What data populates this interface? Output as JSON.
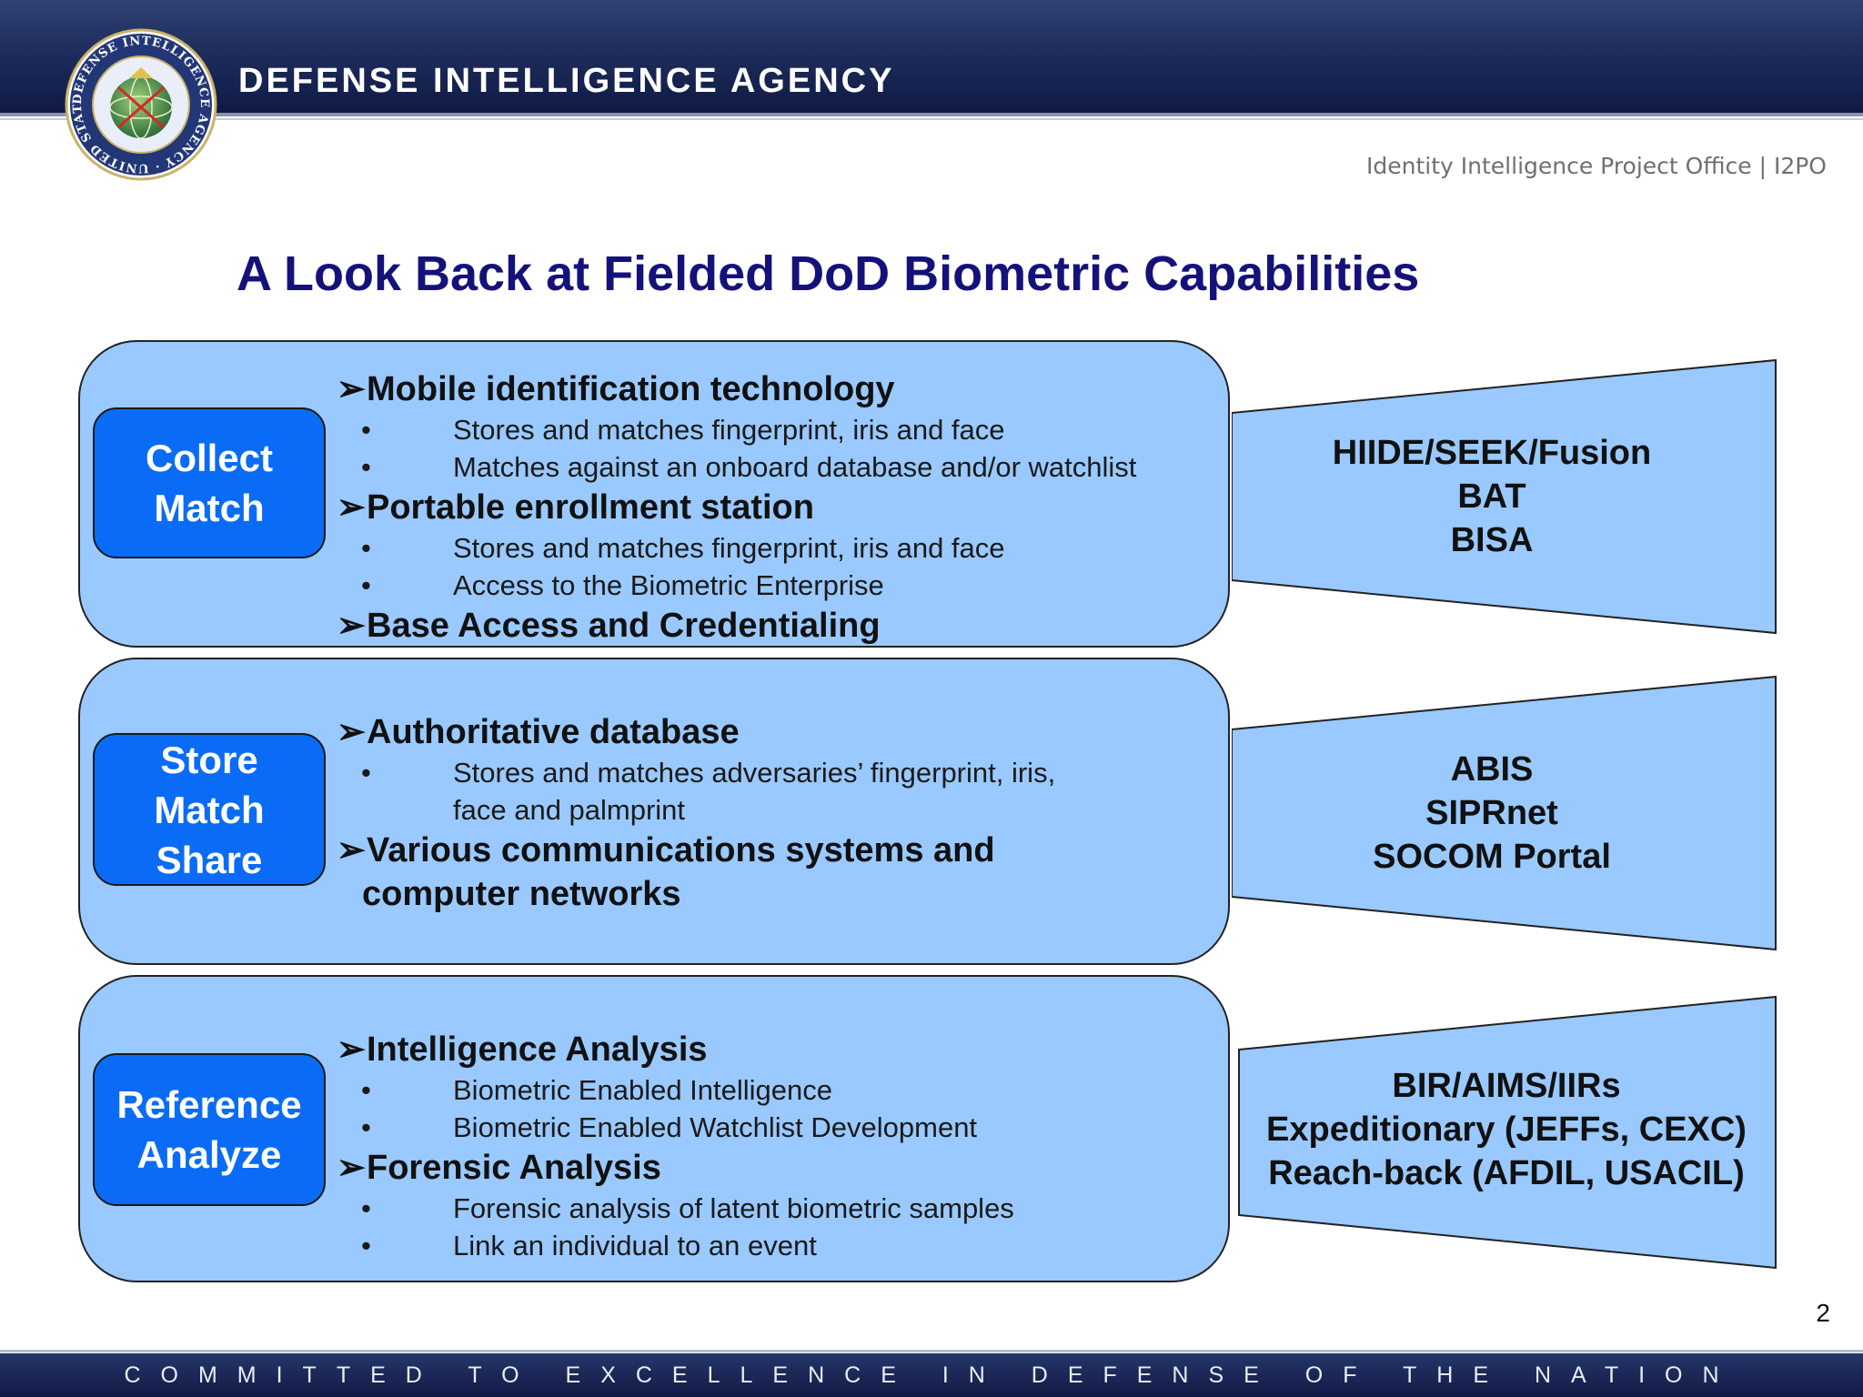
{
  "header": {
    "agency_name": "DEFENSE INTELLIGENCE AGENCY",
    "office": "Identity Intelligence Project Office | I2PO",
    "seal_text": "DEFENSE INTELLIGENCE AGENCY · UNITED STATES OF AMERICA"
  },
  "title": "A Look Back at Fielded DoD Biometric Capabilities",
  "rows": [
    {
      "label_lines": [
        "Collect",
        "Match"
      ],
      "items": [
        {
          "heading": "Mobile identification technology",
          "bullets": [
            [
              "Stores and matches fingerprint, iris and face"
            ],
            [
              "Matches against an onboard database and/or watchlist"
            ]
          ]
        },
        {
          "heading": "Portable enrollment station",
          "bullets": [
            [
              "Stores and matches fingerprint, iris and face"
            ],
            [
              "Access to the Biometric Enterprise"
            ]
          ]
        },
        {
          "heading": "Base Access and Credentialing",
          "bullets": []
        }
      ],
      "systems": [
        "HIIDE/SEEK/Fusion",
        "BAT",
        "BISA"
      ]
    },
    {
      "label_lines": [
        "Store",
        "Match",
        "Share"
      ],
      "items": [
        {
          "heading": "Authoritative database",
          "bullets": [
            [
              "Stores and matches adversaries’ fingerprint, iris,",
              "face and palmprint"
            ]
          ]
        },
        {
          "heading": "Various communications systems and",
          "heading_cont": "computer networks",
          "bullets": []
        }
      ],
      "systems": [
        "ABIS",
        "SIPRnet",
        "SOCOM Portal"
      ]
    },
    {
      "label_lines": [
        "Reference",
        "Analyze"
      ],
      "items": [
        {
          "heading": "Intelligence Analysis",
          "bullets": [
            [
              "Biometric Enabled Intelligence"
            ],
            [
              "Biometric Enabled Watchlist Development"
            ]
          ]
        },
        {
          "heading": "Forensic Analysis",
          "bullets": [
            [
              "Forensic analysis of latent biometric samples"
            ],
            [
              "Link an individual to an event"
            ]
          ]
        }
      ],
      "systems": [
        "BIR/AIMS/IIRs",
        "Expeditionary (JEFFs, CEXC)",
        "Reach-back (AFDIL, USACIL)"
      ]
    }
  ],
  "footer": {
    "motto": "COMMITTED TO EXCELLENCE IN DEFENSE OF THE NATION",
    "page_number": "2"
  },
  "colors": {
    "header": "#1e2d5c",
    "title": "#14127a",
    "panel": "#99c9ff",
    "label_box": "#0a6cf6"
  },
  "icons": {
    "heading_marker": "arrowhead-bullet",
    "sub_marker": "round-bullet"
  }
}
